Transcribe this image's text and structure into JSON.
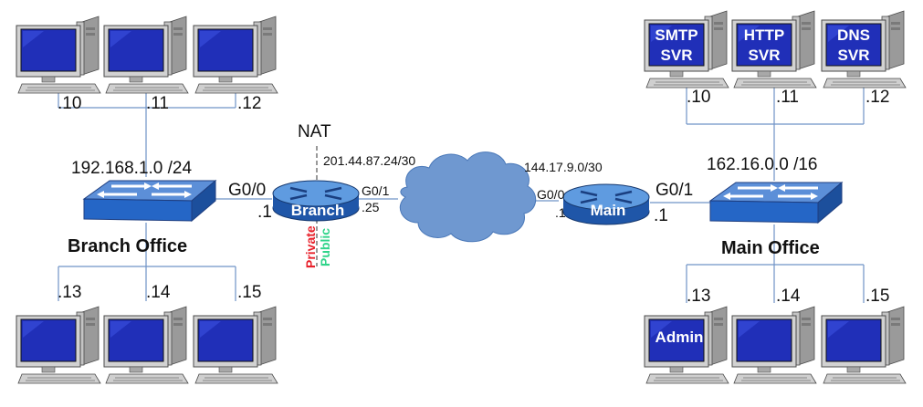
{
  "branch": {
    "hosts_top": [
      ".10",
      ".11",
      ".12"
    ],
    "hosts_bottom": [
      ".13",
      ".14",
      ".15"
    ],
    "network": "192.168.1.0 /24",
    "switch_label": "Branch Office",
    "router_label": "Branch",
    "lan_interface": "G0/0",
    "lan_ip": ".1",
    "wan_interface": "G0/1",
    "wan_ip": ".25",
    "nat_label": "NAT",
    "private_label": "Private",
    "public_label": "Public"
  },
  "wan": {
    "branch_link": "201.44.87.24/30",
    "main_link": "144.17.9.0/30"
  },
  "main": {
    "servers": [
      {
        "line1": "SMTP",
        "line2": "SVR",
        "host": ".10"
      },
      {
        "line1": "HTTP",
        "line2": "SVR",
        "host": ".11"
      },
      {
        "line1": "DNS",
        "line2": "SVR",
        "host": ".12"
      }
    ],
    "hosts_bottom": [
      ".13",
      ".14",
      ".15"
    ],
    "admin_label": "Admin",
    "network": "162.16.0.0 /16",
    "switch_label": "Main Office",
    "router_label": "Main",
    "wan_interface": "G0/0",
    "wan_ip": ".1",
    "lan_interface": "G0/1",
    "lan_ip": ".1"
  },
  "colors": {
    "link": "#6f93c6",
    "device_blue": "#2b6fc4",
    "screen_blue": "#1f2fbf",
    "cloud": "#6f98d0",
    "private": "#e8212b",
    "public": "#2fd48a"
  }
}
